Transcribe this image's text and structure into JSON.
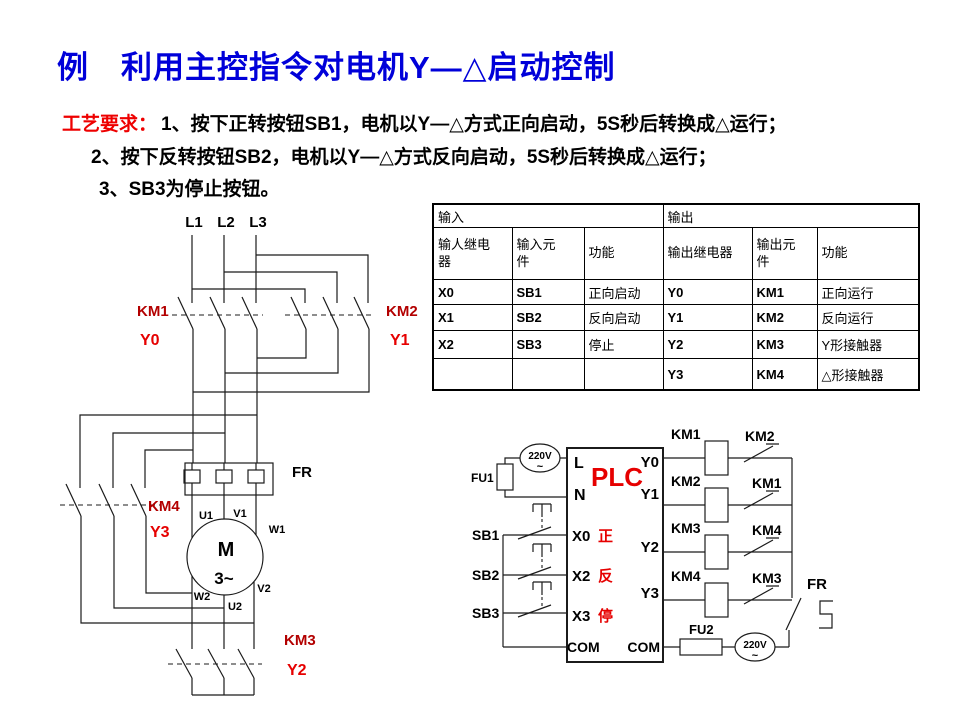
{
  "title": "例　利用主控指令对电机Y—△启动控制",
  "requirements": {
    "label": "工艺要求：",
    "items": [
      "1、按下正转按钮SB1，电机以Y—△方式正向启动，5S秒后转换成△运行；",
      "2、按下反转按钮SB2，电机以Y—△方式反向启动，5S秒后转换成△运行；",
      "3、SB3为停止按钮。"
    ]
  },
  "io_table": {
    "input_header": "输入",
    "output_header": "输出",
    "columns": [
      "输人继电器",
      "输入元件",
      "功能",
      "输出继电器",
      "输出元件",
      "功能"
    ],
    "rows": [
      [
        "X0",
        "SB1",
        "正向启动",
        "Y0",
        "KM1",
        "正向运行"
      ],
      [
        "X1",
        "SB2",
        "反向启动",
        "Y1",
        "KM2",
        "反向运行"
      ],
      [
        "X2",
        "SB3",
        "停止",
        "Y2",
        "KM3",
        "Y形接触器"
      ],
      [
        "",
        "",
        "",
        "Y3",
        "KM4",
        "△形接触器"
      ]
    ]
  },
  "power_circuit": {
    "phases": [
      "L1",
      "L2",
      "L3"
    ],
    "km1": "KM1",
    "y0": "Y0",
    "km2": "KM2",
    "y1": "Y1",
    "km4": "KM4",
    "y3": "Y3",
    "km3": "KM3",
    "y2": "Y2",
    "fr": "FR",
    "motor_letter": "M",
    "motor_phase": "3~",
    "terminals": {
      "u1": "U1",
      "v1": "V1",
      "w1": "W1",
      "w2": "W2",
      "u2": "U2",
      "v2": "V2"
    }
  },
  "plc_circuit": {
    "plc": "PLC",
    "source_top": "220V",
    "source_top_sine": "~",
    "source_bottom": "220V",
    "source_bottom_sine": "~",
    "fu1": "FU1",
    "fu2": "FU2",
    "buttons": [
      "SB1",
      "SB2",
      "SB3"
    ],
    "left_terminals": {
      "l": "L",
      "n": "N",
      "x0": "X0",
      "x2": "X2",
      "x3": "X3",
      "com": "COM"
    },
    "marks": {
      "forward": "正",
      "reverse": "反",
      "stop": "停"
    },
    "right_terminals": {
      "y0": "Y0",
      "y1": "Y1",
      "y2": "Y2",
      "y3": "Y3",
      "com": "COM"
    },
    "coils": [
      "KM1",
      "KM2",
      "KM3",
      "KM4"
    ],
    "nc_contacts": [
      "KM2",
      "KM1",
      "KM4",
      "KM3"
    ],
    "fr": "FR"
  },
  "colors": {
    "title_blue": "#0000d9",
    "requirement_red": "#ee0000",
    "km_label_red": "#b30000",
    "y_label_red": "#e60000",
    "line_black": "#1b1b1b"
  }
}
